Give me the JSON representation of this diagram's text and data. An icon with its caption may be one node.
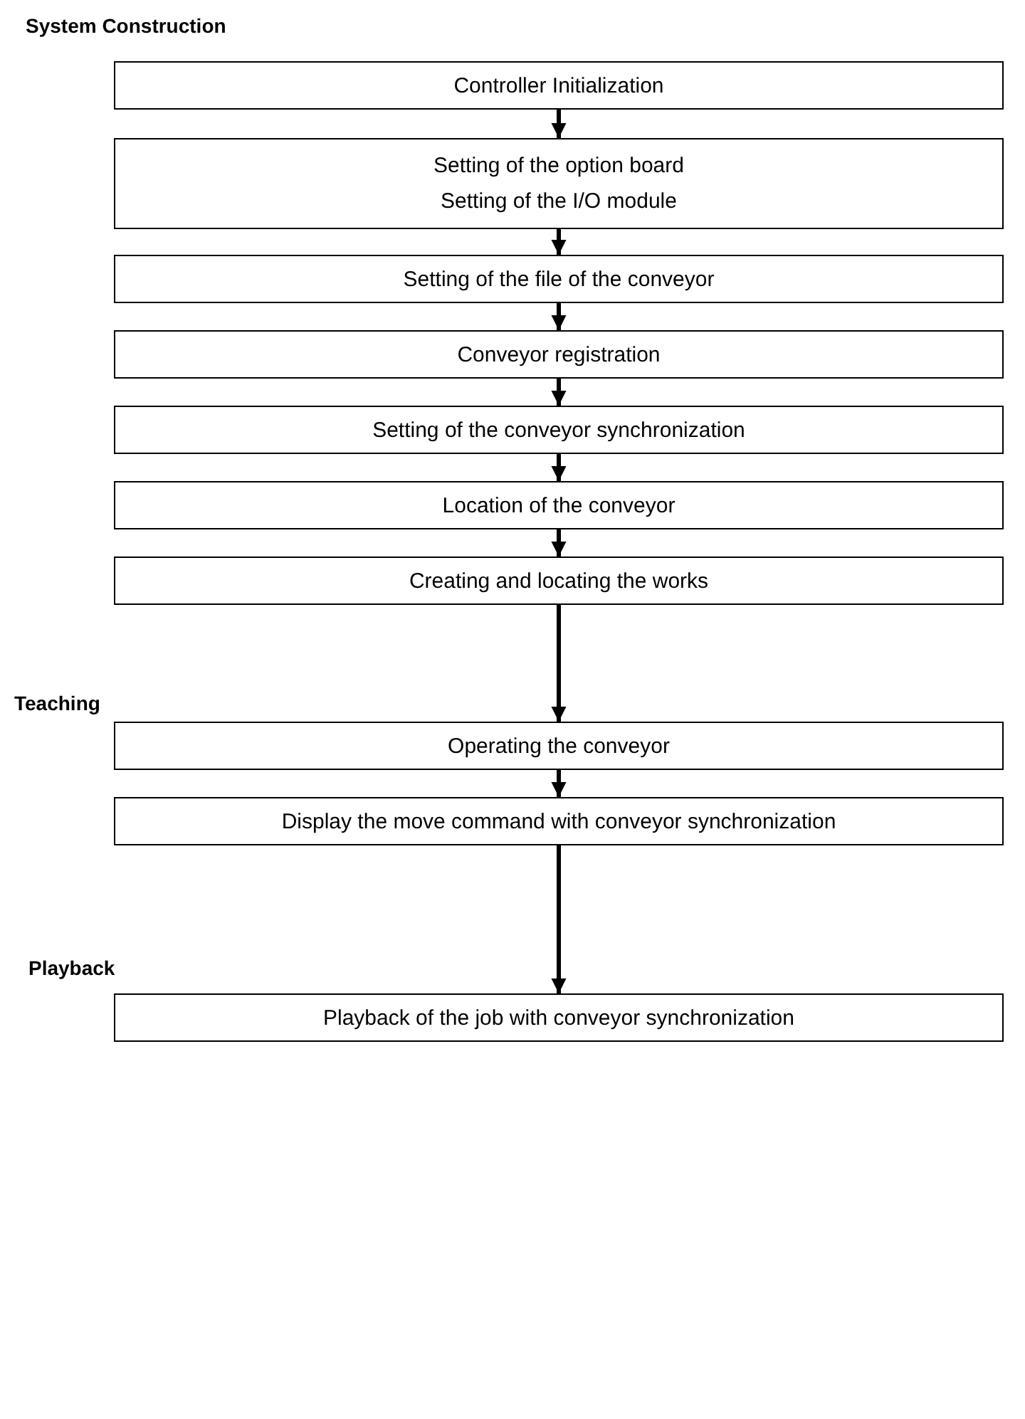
{
  "diagram": {
    "nodes": [
      {
        "text": [
          "Controller Initialization"
        ]
      },
      {
        "text": [
          "Setting of the option board",
          "Setting of the I/O module"
        ]
      },
      {
        "text": [
          "Setting of the file of the conveyor"
        ]
      },
      {
        "text": [
          "Conveyor registration"
        ]
      },
      {
        "text": [
          "Setting of the conveyor synchronization"
        ]
      },
      {
        "text": [
          "Location of the conveyor"
        ]
      },
      {
        "text": [
          "Creating and locating the works"
        ]
      },
      {
        "text": [
          "Operating the conveyor"
        ]
      },
      {
        "text": [
          "Display the move command with conveyor synchronization"
        ]
      },
      {
        "text": [
          "Playback of the job with conveyor synchronization"
        ]
      }
    ],
    "edges": [
      {
        "from": 0,
        "to": 1,
        "arrow": "to"
      },
      {
        "from": 1,
        "to": 2,
        "arrow": "to"
      },
      {
        "from": 2,
        "to": 3,
        "arrow": "to"
      },
      {
        "from": 3,
        "to": 4,
        "arrow": "to"
      },
      {
        "from": 4,
        "to": 5,
        "arrow": "to"
      },
      {
        "from": 5,
        "to": 6,
        "arrow": "to"
      },
      {
        "from": 6,
        "to": 7,
        "arrow": "to"
      },
      {
        "from": 7,
        "to": 8,
        "arrow": "to"
      },
      {
        "from": 8,
        "to": 9,
        "arrow": "to"
      }
    ],
    "labels": [
      "System Construction",
      "Teaching",
      "Playback"
    ]
  }
}
